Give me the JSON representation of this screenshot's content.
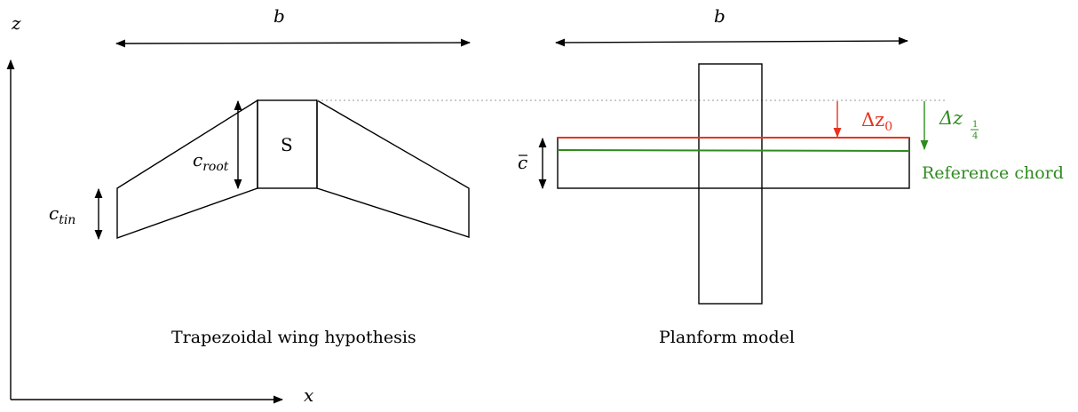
{
  "axes": {
    "z_label": "z",
    "x_label": "x"
  },
  "left_figure": {
    "span_label": "b",
    "root_chord_label": "c",
    "root_chord_sub": "root",
    "tip_chord_label": "c",
    "tip_chord_sub": "tin",
    "center_label": "S",
    "caption": "Trapezoidal wing hypothesis"
  },
  "right_figure": {
    "span_label": "b",
    "mean_chord_label": "c",
    "delta_z0_label": "Δz",
    "delta_z0_sub": "0",
    "delta_zq_label": "Δz",
    "delta_zq_frac_num": "1",
    "delta_zq_frac_den": "4",
    "reference_chord_label": "Reference chord",
    "caption": "Planform model"
  },
  "colors": {
    "line": "#000000",
    "red": "#e8321e",
    "green": "#2e8b1f",
    "dotted": "#999999"
  }
}
